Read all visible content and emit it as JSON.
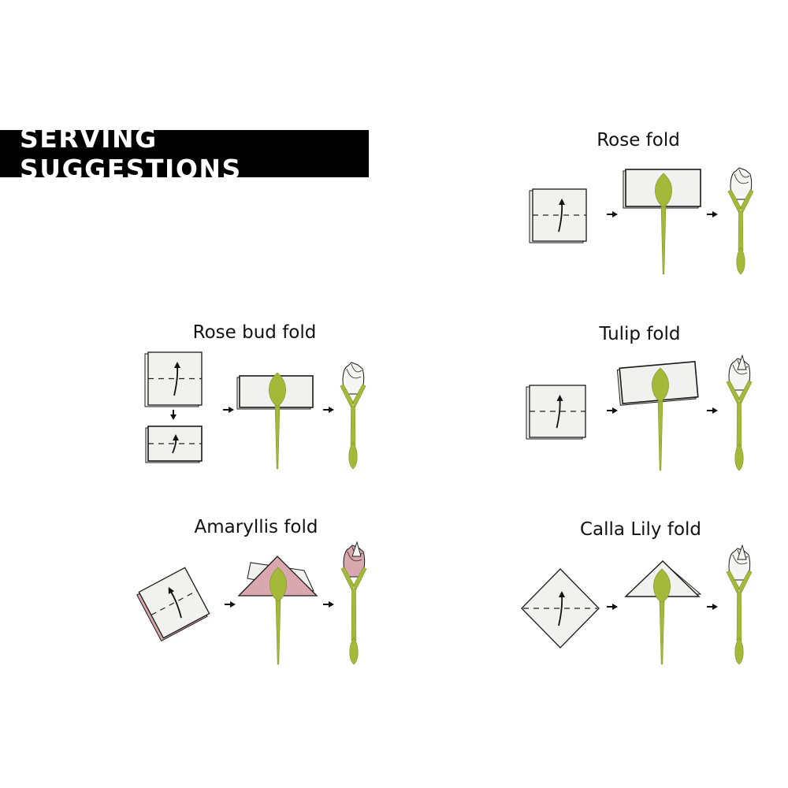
{
  "header": {
    "title": "SERVING SUGGESTIONS"
  },
  "colors": {
    "stem": "#a4b93a",
    "stem_stroke": "#7f9426",
    "napkin": "#f1f1ef",
    "pink": "#d9a7ae",
    "outline": "#1a1a1a"
  },
  "folds": [
    {
      "title": "Rose fold"
    },
    {
      "title": "Rose bud fold"
    },
    {
      "title": "Tulip fold"
    },
    {
      "title": "Amaryllis fold"
    },
    {
      "title": "Calla Lily fold"
    }
  ]
}
